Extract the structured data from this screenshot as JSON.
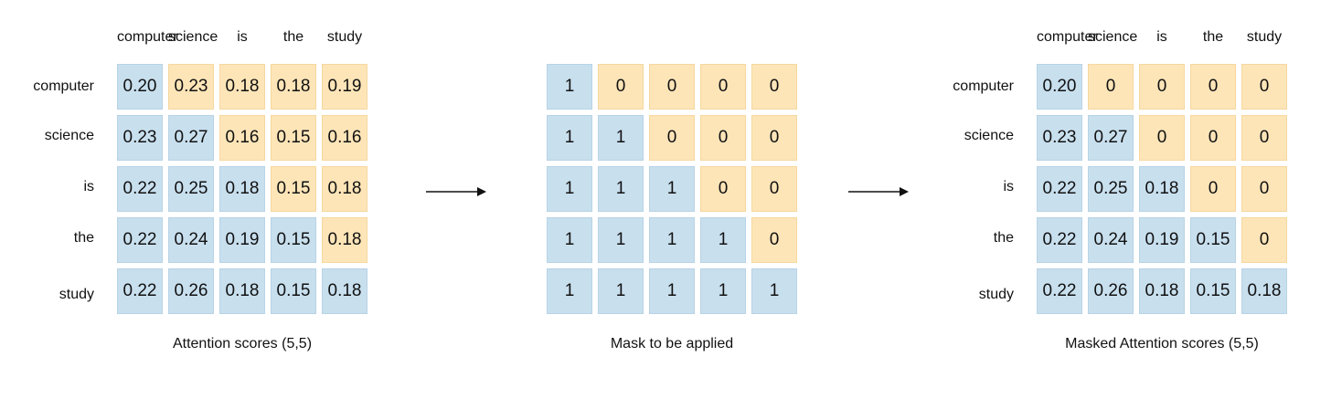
{
  "columns": [
    "computer",
    "science",
    "is",
    "the",
    "study"
  ],
  "rows": [
    "computer",
    "science",
    "is",
    "the",
    "study"
  ],
  "colors": {
    "keep": "#c8dfee",
    "masked": "#fde5b8"
  },
  "attention": {
    "caption": "Attention scores (5,5)",
    "values": [
      [
        "0.20",
        "0.23",
        "0.18",
        "0.18",
        "0.19"
      ],
      [
        "0.23",
        "0.27",
        "0.16",
        "0.15",
        "0.16"
      ],
      [
        "0.22",
        "0.25",
        "0.18",
        "0.15",
        "0.18"
      ],
      [
        "0.22",
        "0.24",
        "0.19",
        "0.15",
        "0.18"
      ],
      [
        "0.22",
        "0.26",
        "0.18",
        "0.15",
        "0.18"
      ]
    ]
  },
  "mask": {
    "caption": "Mask to be applied",
    "values": [
      [
        "1",
        "0",
        "0",
        "0",
        "0"
      ],
      [
        "1",
        "1",
        "0",
        "0",
        "0"
      ],
      [
        "1",
        "1",
        "1",
        "0",
        "0"
      ],
      [
        "1",
        "1",
        "1",
        "1",
        "0"
      ],
      [
        "1",
        "1",
        "1",
        "1",
        "1"
      ]
    ]
  },
  "masked": {
    "caption": "Masked Attention scores (5,5)",
    "values": [
      [
        "0.20",
        "0",
        "0",
        "0",
        "0"
      ],
      [
        "0.23",
        "0.27",
        "0",
        "0",
        "0"
      ],
      [
        "0.22",
        "0.25",
        "0.18",
        "0",
        "0"
      ],
      [
        "0.22",
        "0.24",
        "0.19",
        "0.15",
        "0"
      ],
      [
        "0.22",
        "0.26",
        "0.18",
        "0.15",
        "0.18"
      ]
    ]
  }
}
